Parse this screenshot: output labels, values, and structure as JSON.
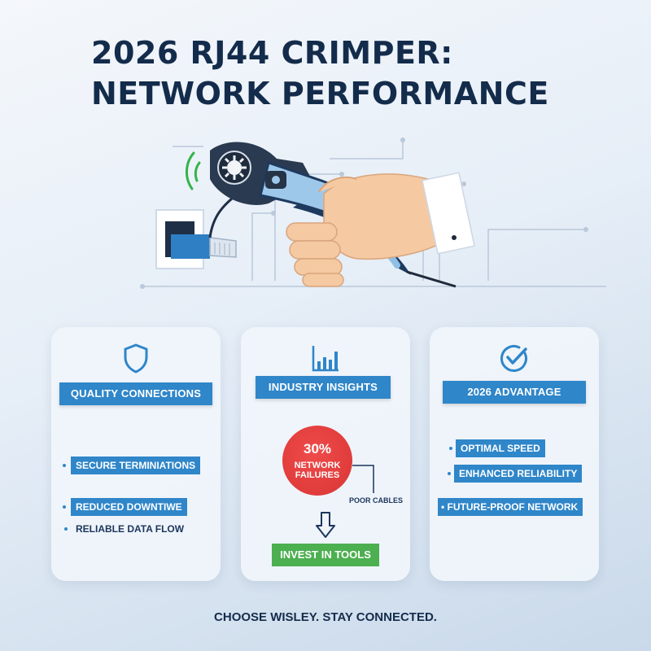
{
  "title": {
    "line1": "2026 RJ44 CRIMPER:",
    "line2": "NETWORK PERFORMANCE"
  },
  "icons": {
    "hero": "crimper-tool-in-hand-icon",
    "card1": "shield-icon",
    "card2": "bar-chart-icon",
    "card3": "check-circle-icon",
    "arrow": "arrow-down-icon"
  },
  "colors": {
    "title": "#142c4b",
    "accent": "#2f86c9",
    "alert": "#d93535",
    "success": "#4caf50"
  },
  "cards": [
    {
      "heading": "QUALITY CONNECTIONS",
      "items": [
        "SECURE TERMINIATIONS",
        "REDUCED DOWNTIWE",
        "RELIABLE DATA FLOW"
      ]
    },
    {
      "heading": "INDUSTRY INSIGHTS",
      "stat_value": "30%",
      "stat_label_1": "NETWORK",
      "stat_label_2": "FAILURES",
      "stat_note": "POOR CABLES",
      "cta": "INVEST IN TOOLS"
    },
    {
      "heading": "2026 ADVANTAGE",
      "items": [
        "OPTIMAL SPEED",
        "ENHANCED RELIABILITY",
        "FUTURE-PROOF NETWORK"
      ]
    }
  ],
  "footer": "CHOOSE WISLEY. STAY CONNECTED."
}
